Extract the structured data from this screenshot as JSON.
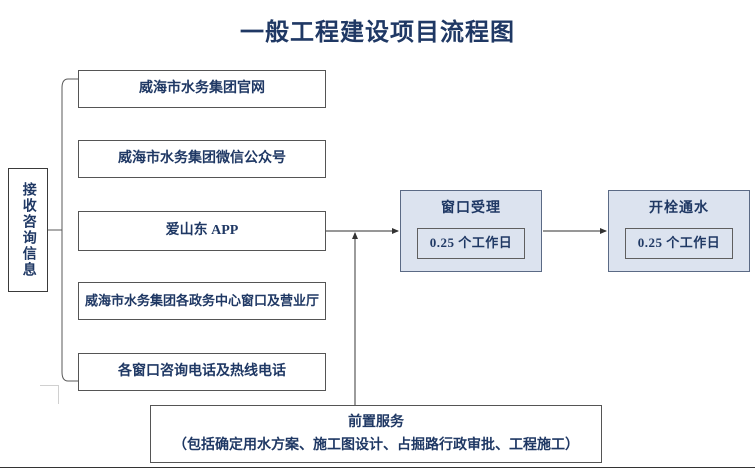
{
  "title": "一般工程建设项目流程图",
  "colors": {
    "text": "#1F3864",
    "stage_fill": "#dce3ef",
    "stage_border": "#5b6a85",
    "box_border": "#555555",
    "connector": "#595959"
  },
  "intake": {
    "label": "接收咨询信息"
  },
  "channels": [
    {
      "label": "威海市水务集团官网"
    },
    {
      "label": "威海市水务集团微信公众号"
    },
    {
      "label": "爱山东 APP"
    },
    {
      "label": "威海市水务集团各政务中心窗口及营业厅"
    },
    {
      "label": "各窗口咨询电话及热线电话"
    }
  ],
  "stages": [
    {
      "title": "窗口受理",
      "duration": "0.25 个工作日"
    },
    {
      "title": "开栓通水",
      "duration": "0.25 个工作日"
    }
  ],
  "preservice": {
    "title": "前置服务",
    "detail": "（包括确定用水方案、施工图设计、占掘路行政审批、工程施工）"
  }
}
